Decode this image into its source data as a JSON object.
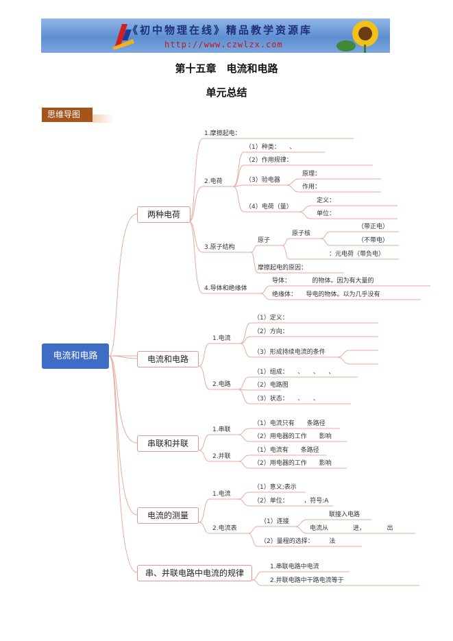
{
  "banner": {
    "title": "《初中物理在线》精品教学资源库",
    "url": "http://www.czwlzx.com"
  },
  "heading": {
    "chapter": "第十五章　电流和电路",
    "section": "单元总结"
  },
  "tag": "思维导图",
  "mindmap": {
    "root": "电流和电路",
    "topics": {
      "charges": "两种电荷",
      "current_circuit": "电流和电路",
      "series_parallel": "串联和并联",
      "measure": "电流的测量",
      "law": "串、并联电路中电流的规律"
    },
    "labels": {
      "friction": "1.摩擦起电：",
      "charge": "2.电荷",
      "kinds": "（1）种类：　　、",
      "rule": "（2）作用规律：",
      "electroscope": "（3）验电器",
      "principle": "原理：",
      "use": "作用：",
      "quantity": "（4）电荷（量）",
      "definition": "定义：",
      "unit": "单位：",
      "atom_struct": "3.原子结构",
      "atom": "原子",
      "nucleus": "原子核",
      "positive": "（带正电）",
      "neutral": "（不带电）",
      "electron": "：元电荷（带负电）",
      "friction_cause": "摩擦起电的原因：",
      "conductor": "4.导体和绝缘体",
      "conductor_def": "导体：　　　　的物体。因为有大量的",
      "insulator_def": "绝缘体：　　导电的物体。以为几乎没有",
      "current": "1.电流",
      "cur_def": "（1）定义：",
      "cur_dir": "（2）方向：",
      "cur_cond": "（3）形成持续电流的条件",
      "circuit": "2.电路",
      "composition": "（1）组成：　　、　　、　　、",
      "diagram": "（2）电路图",
      "state": "（3）状态：　　、　　、",
      "series": "1.串联",
      "series_1": "（1）电流只有　　条路径",
      "series_2": "（2）用电器的工作　　影响",
      "parallel": "2.并联",
      "parallel_1": "（1）电流有　　条路径",
      "parallel_2": "（2）用电器的工作　　影响",
      "m_current": "1.电流",
      "meaning": "（1）意义;表示",
      "m_unit": "（2）单位：　　　，符号:A",
      "ammeter": "2.电流表",
      "connect": "（1）连接",
      "connect_a": "联接入电路",
      "connect_b": "电流从　　　　进，　　　　出",
      "range": "（2）量程的选择：　　　法",
      "law_series": "1.串联电路中电流",
      "law_parallel": "2.并联电路中干路电流等于"
    }
  }
}
